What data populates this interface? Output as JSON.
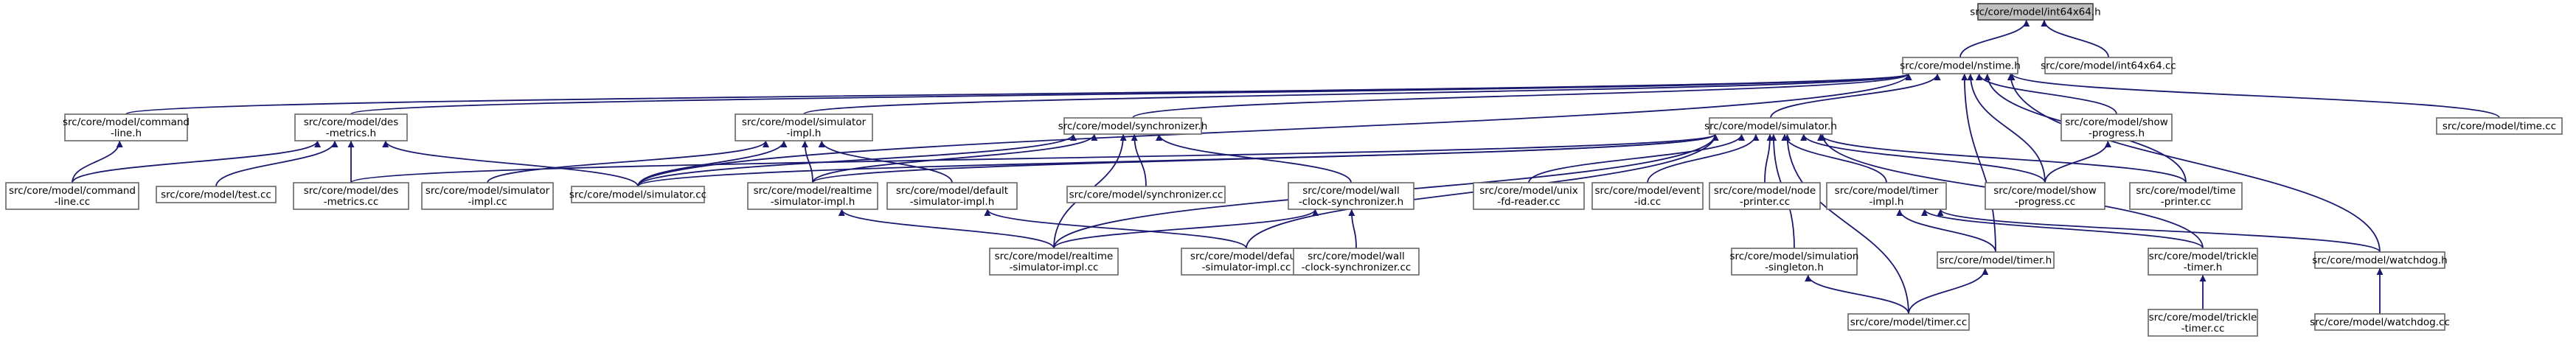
{
  "graph": {
    "nodes": [
      {
        "id": "int64x64_h",
        "lines": [
          "src/core/model/int64x64.h"
        ]
      },
      {
        "id": "nstime_h",
        "lines": [
          "src/core/model/nstime.h"
        ]
      },
      {
        "id": "int64x64_cc",
        "lines": [
          "src/core/model/int64x64.cc"
        ]
      },
      {
        "id": "command_line_h",
        "lines": [
          "src/core/model/command",
          "-line.h"
        ]
      },
      {
        "id": "des_metrics_h",
        "lines": [
          "src/core/model/des",
          "-metrics.h"
        ]
      },
      {
        "id": "simulator_impl_h",
        "lines": [
          "src/core/model/simulator",
          "-impl.h"
        ]
      },
      {
        "id": "synchronizer_h",
        "lines": [
          "src/core/model/synchronizer.h"
        ]
      },
      {
        "id": "simulator_h",
        "lines": [
          "src/core/model/simulator.h"
        ]
      },
      {
        "id": "show_progress_h",
        "lines": [
          "src/core/model/show",
          "-progress.h"
        ]
      },
      {
        "id": "time_cc",
        "lines": [
          "src/core/model/time.cc"
        ]
      },
      {
        "id": "command_line_cc",
        "lines": [
          "src/core/model/command",
          "-line.cc"
        ]
      },
      {
        "id": "test_cc",
        "lines": [
          "src/core/model/test.cc"
        ]
      },
      {
        "id": "des_metrics_cc",
        "lines": [
          "src/core/model/des",
          "-metrics.cc"
        ]
      },
      {
        "id": "simulator_impl_cc",
        "lines": [
          "src/core/model/simulator",
          "-impl.cc"
        ]
      },
      {
        "id": "simulator_cc",
        "lines": [
          "src/core/model/simulator.cc"
        ]
      },
      {
        "id": "realtime_sim_impl_h",
        "lines": [
          "src/core/model/realtime",
          "-simulator-impl.h"
        ]
      },
      {
        "id": "default_sim_impl_h",
        "lines": [
          "src/core/model/default",
          "-simulator-impl.h"
        ]
      },
      {
        "id": "synchronizer_cc",
        "lines": [
          "src/core/model/synchronizer.cc"
        ]
      },
      {
        "id": "wall_clock_sync_h",
        "lines": [
          "src/core/model/wall",
          "-clock-synchronizer.h"
        ]
      },
      {
        "id": "unix_fd_reader_cc",
        "lines": [
          "src/core/model/unix",
          "-fd-reader.cc"
        ]
      },
      {
        "id": "event_id_cc",
        "lines": [
          "src/core/model/event",
          "-id.cc"
        ]
      },
      {
        "id": "node_printer_cc",
        "lines": [
          "src/core/model/node",
          "-printer.cc"
        ]
      },
      {
        "id": "timer_impl_h",
        "lines": [
          "src/core/model/timer",
          "-impl.h"
        ]
      },
      {
        "id": "show_progress_cc",
        "lines": [
          "src/core/model/show",
          "-progress.cc"
        ]
      },
      {
        "id": "time_printer_cc",
        "lines": [
          "src/core/model/time",
          "-printer.cc"
        ]
      },
      {
        "id": "realtime_sim_impl_cc",
        "lines": [
          "src/core/model/realtime",
          "-simulator-impl.cc"
        ]
      },
      {
        "id": "default_sim_impl_cc",
        "lines": [
          "src/core/model/default",
          "-simulator-impl.cc"
        ]
      },
      {
        "id": "wall_clock_sync_cc",
        "lines": [
          "src/core/model/wall",
          "-clock-synchronizer.cc"
        ]
      },
      {
        "id": "simulation_singleton_h",
        "lines": [
          "src/core/model/simulation",
          "-singleton.h"
        ]
      },
      {
        "id": "timer_h",
        "lines": [
          "src/core/model/timer.h"
        ]
      },
      {
        "id": "trickle_timer_h",
        "lines": [
          "src/core/model/trickle",
          "-timer.h"
        ]
      },
      {
        "id": "watchdog_h",
        "lines": [
          "src/core/model/watchdog.h"
        ]
      },
      {
        "id": "timer_cc",
        "lines": [
          "src/core/model/timer.cc"
        ]
      },
      {
        "id": "trickle_timer_cc",
        "lines": [
          "src/core/model/trickle",
          "-timer.cc"
        ]
      },
      {
        "id": "watchdog_cc",
        "lines": [
          "src/core/model/watchdog.cc"
        ]
      }
    ],
    "edges": [
      [
        "nstime_h",
        "int64x64_h"
      ],
      [
        "int64x64_cc",
        "int64x64_h"
      ],
      [
        "command_line_h",
        "nstime_h"
      ],
      [
        "des_metrics_h",
        "nstime_h"
      ],
      [
        "simulator_impl_h",
        "nstime_h"
      ],
      [
        "synchronizer_h",
        "nstime_h"
      ],
      [
        "simulator_h",
        "nstime_h"
      ],
      [
        "show_progress_h",
        "nstime_h"
      ],
      [
        "time_cc",
        "nstime_h"
      ],
      [
        "show_progress_cc",
        "nstime_h"
      ],
      [
        "time_printer_cc",
        "nstime_h"
      ],
      [
        "timer_h",
        "nstime_h"
      ],
      [
        "watchdog_h",
        "nstime_h"
      ],
      [
        "simulator_cc",
        "nstime_h"
      ],
      [
        "command_line_cc",
        "command_line_h"
      ],
      [
        "test_cc",
        "des_metrics_h"
      ],
      [
        "des_metrics_cc",
        "des_metrics_h"
      ],
      [
        "simulator_cc",
        "des_metrics_h"
      ],
      [
        "command_line_cc",
        "des_metrics_h"
      ],
      [
        "simulator_impl_cc",
        "simulator_impl_h"
      ],
      [
        "simulator_cc",
        "simulator_impl_h"
      ],
      [
        "realtime_sim_impl_h",
        "simulator_impl_h"
      ],
      [
        "default_sim_impl_h",
        "simulator_impl_h"
      ],
      [
        "realtime_sim_impl_h",
        "synchronizer_h"
      ],
      [
        "synchronizer_cc",
        "synchronizer_h"
      ],
      [
        "wall_clock_sync_h",
        "synchronizer_h"
      ],
      [
        "realtime_sim_impl_cc",
        "synchronizer_h"
      ],
      [
        "simulator_cc",
        "synchronizer_h"
      ],
      [
        "des_metrics_cc",
        "simulator_h"
      ],
      [
        "simulator_cc",
        "simulator_h"
      ],
      [
        "realtime_sim_impl_h",
        "simulator_h"
      ],
      [
        "realtime_sim_impl_cc",
        "simulator_h"
      ],
      [
        "default_sim_impl_cc",
        "simulator_h"
      ],
      [
        "unix_fd_reader_cc",
        "simulator_h"
      ],
      [
        "event_id_cc",
        "simulator_h"
      ],
      [
        "node_printer_cc",
        "simulator_h"
      ],
      [
        "timer_impl_h",
        "simulator_h"
      ],
      [
        "show_progress_cc",
        "simulator_h"
      ],
      [
        "time_printer_cc",
        "simulator_h"
      ],
      [
        "simulation_singleton_h",
        "simulator_h"
      ],
      [
        "timer_cc",
        "simulator_h"
      ],
      [
        "trickle_timer_h",
        "simulator_h"
      ],
      [
        "show_progress_cc",
        "show_progress_h"
      ],
      [
        "realtime_sim_impl_cc",
        "realtime_sim_impl_h"
      ],
      [
        "default_sim_impl_cc",
        "default_sim_impl_h"
      ],
      [
        "realtime_sim_impl_cc",
        "wall_clock_sync_h"
      ],
      [
        "wall_clock_sync_cc",
        "wall_clock_sync_h"
      ],
      [
        "timer_h",
        "timer_impl_h"
      ],
      [
        "trickle_timer_h",
        "timer_impl_h"
      ],
      [
        "watchdog_h",
        "timer_impl_h"
      ],
      [
        "timer_cc",
        "simulation_singleton_h"
      ],
      [
        "timer_cc",
        "timer_h"
      ],
      [
        "trickle_timer_cc",
        "trickle_timer_h"
      ],
      [
        "watchdog_cc",
        "watchdog_h"
      ]
    ]
  }
}
